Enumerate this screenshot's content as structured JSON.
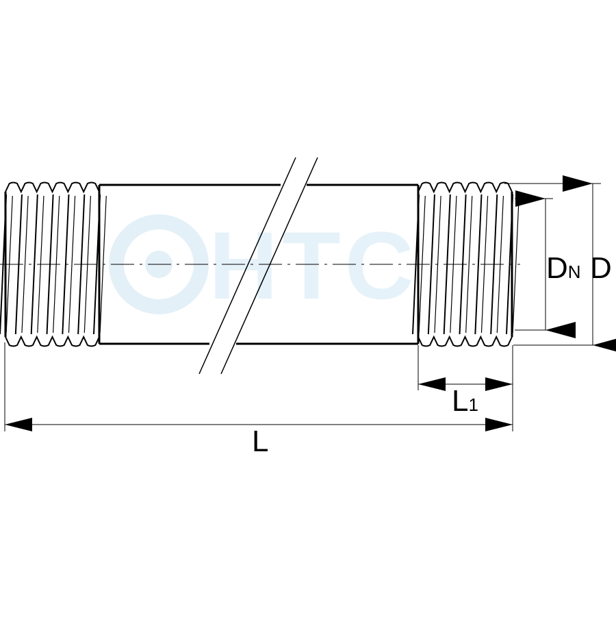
{
  "watermark": {
    "text": "HTC",
    "color": "#d5e9f4"
  },
  "dimensions": {
    "nominal_diameter": {
      "main": "D",
      "subscript": "N"
    },
    "outer_diameter": "D",
    "thread_length": {
      "main": "L",
      "subscript": "1"
    },
    "overall_length": "L"
  },
  "colors": {
    "line": "#000000",
    "background": "#ffffff"
  }
}
